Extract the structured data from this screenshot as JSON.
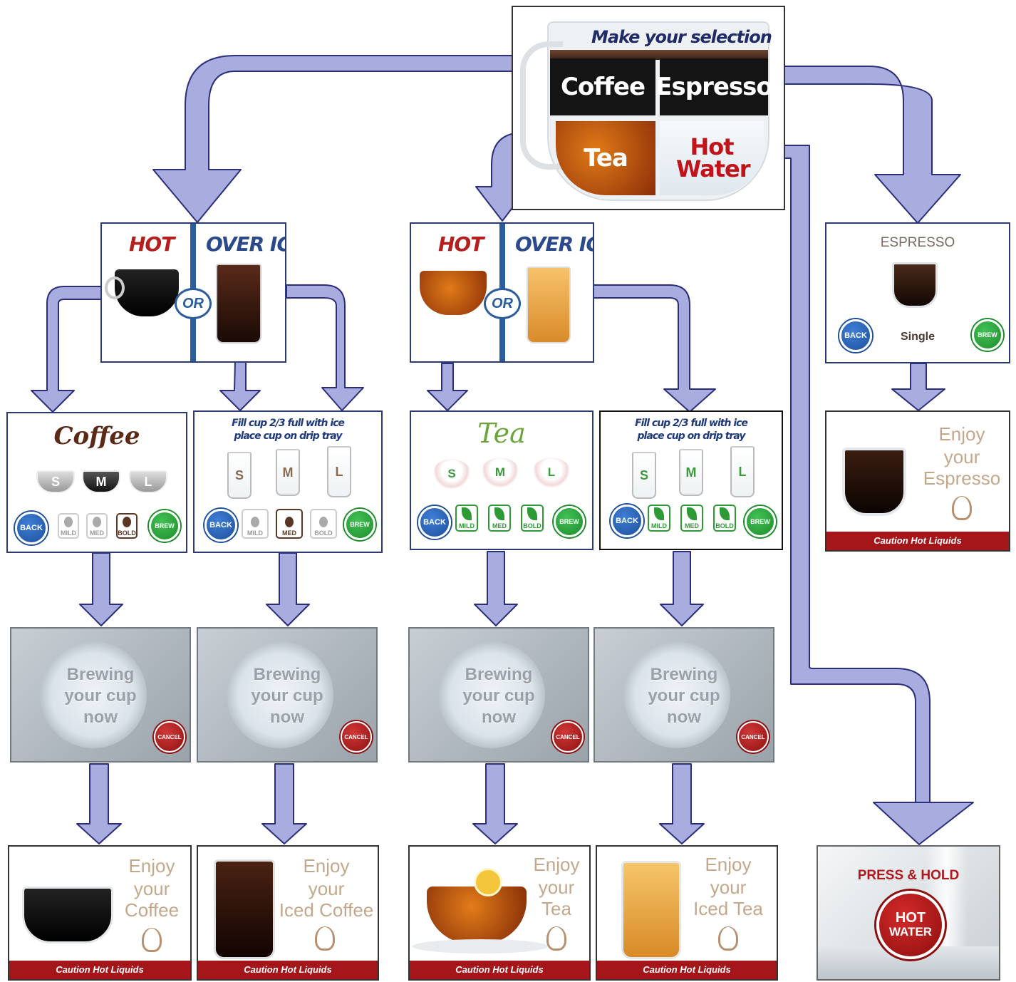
{
  "top": {
    "title": "Make your selection",
    "coffee": "Coffee",
    "espresso": "Espresso",
    "tea": "Tea",
    "hot_water": "Hot Water"
  },
  "choice": {
    "hot": "HOT",
    "over_ice": "OVER ICE",
    "or": "OR"
  },
  "coffee_select": {
    "logo": "Coffee",
    "sizes": [
      "S",
      "M",
      "L"
    ],
    "selected_size": "M",
    "back": "BACK",
    "brew": "BREW",
    "strengths": [
      "MILD",
      "MED",
      "BOLD"
    ],
    "selected_strength": "BOLD"
  },
  "iced_coffee_select": {
    "instruction_1": "Fill cup 2/3 full with ice",
    "instruction_2": "place cup on drip tray",
    "sizes": [
      "S",
      "M",
      "L"
    ],
    "back": "BACK",
    "brew": "BREW",
    "strengths": [
      "MILD",
      "MED",
      "BOLD"
    ],
    "selected_strength": "MED"
  },
  "tea_select": {
    "logo": "Tea",
    "sizes": [
      "S",
      "M",
      "L"
    ],
    "back": "BACK",
    "brew": "BREW",
    "strengths": [
      "MILD",
      "MED",
      "BOLD"
    ]
  },
  "iced_tea_select": {
    "instruction_1": "Fill cup 2/3 full with ice",
    "instruction_2": "place cup on drip tray",
    "sizes": [
      "S",
      "M",
      "L"
    ],
    "back": "BACK",
    "brew": "BREW",
    "strengths": [
      "MILD",
      "MED",
      "BOLD"
    ]
  },
  "espresso_select": {
    "title": "ESPRESSO",
    "option": "Single",
    "back": "BACK",
    "brew": "BREW"
  },
  "brewing": {
    "line1": "Brewing",
    "line2": "your cup",
    "line3": "now",
    "cancel": "CANCEL"
  },
  "enjoy": {
    "line1": "Enjoy",
    "line2": "your",
    "coffee": "Coffee",
    "iced_coffee": "Iced Coffee",
    "tea": "Tea",
    "iced_tea": "Iced Tea",
    "espresso": "Espresso",
    "caution": "Caution Hot Liquids"
  },
  "hot_water_screen": {
    "instruction": "PRESS & HOLD",
    "button_line1": "HOT",
    "button_line2": "WATER"
  },
  "colors": {
    "arrow_fill": "#a9acdf",
    "arrow_stroke": "#2b2f7a",
    "hot_red": "#b3201e",
    "ice_blue": "#2b4a8c",
    "caution_red": "#a4161a"
  }
}
